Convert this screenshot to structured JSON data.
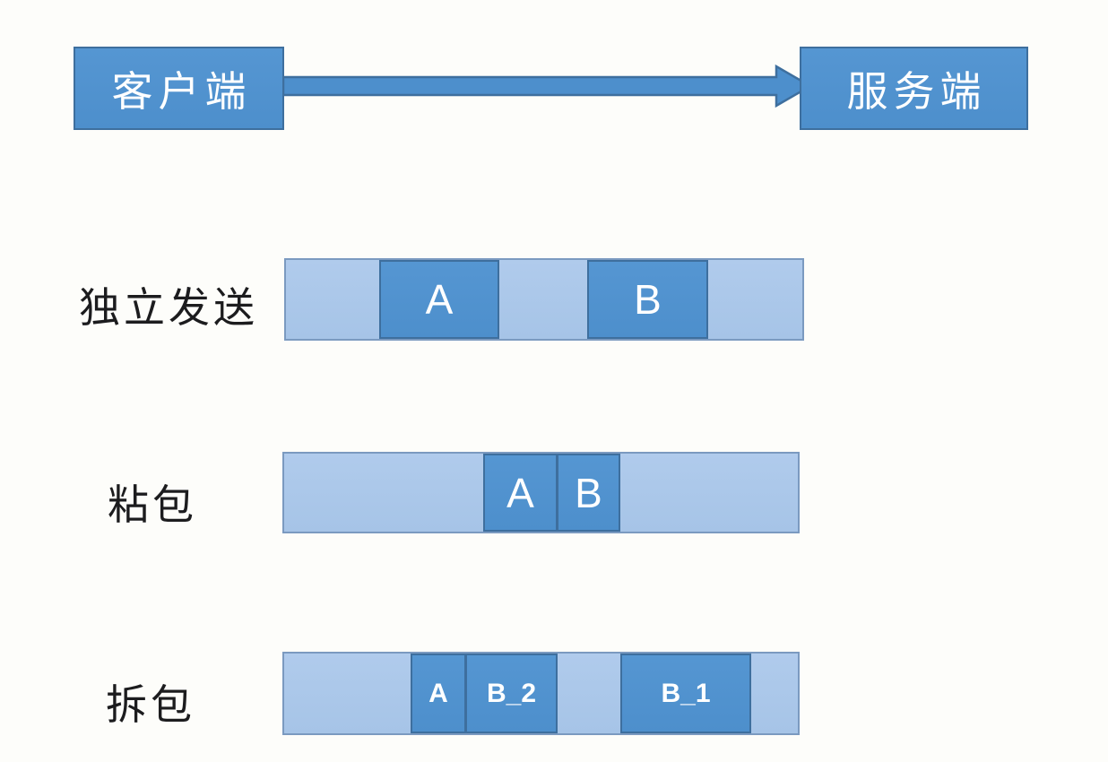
{
  "top": {
    "client_label": "客户端",
    "server_label": "服务端",
    "arrow_direction": "right"
  },
  "rows": [
    {
      "label": "独立发送",
      "packets": [
        {
          "label": "A"
        },
        {
          "label": "B"
        }
      ]
    },
    {
      "label": "粘包",
      "packets": [
        {
          "label": "A"
        },
        {
          "label": "B"
        }
      ]
    },
    {
      "label": "拆包",
      "packets": [
        {
          "label": "A"
        },
        {
          "label": "B_2"
        },
        {
          "label": "B_1"
        }
      ]
    }
  ],
  "colors": {
    "box_fill": "#4d8fcc",
    "box_fill_top": "#5596d2",
    "box_border": "#3e6f9e",
    "light_fill": "#a6c4e7",
    "light_fill_top": "#b0cbec",
    "bar_border": "#7b9ac0",
    "label_color": "#1c1c1e",
    "text_on_blue": "#ffffff",
    "bg": "#fdfdfa"
  }
}
